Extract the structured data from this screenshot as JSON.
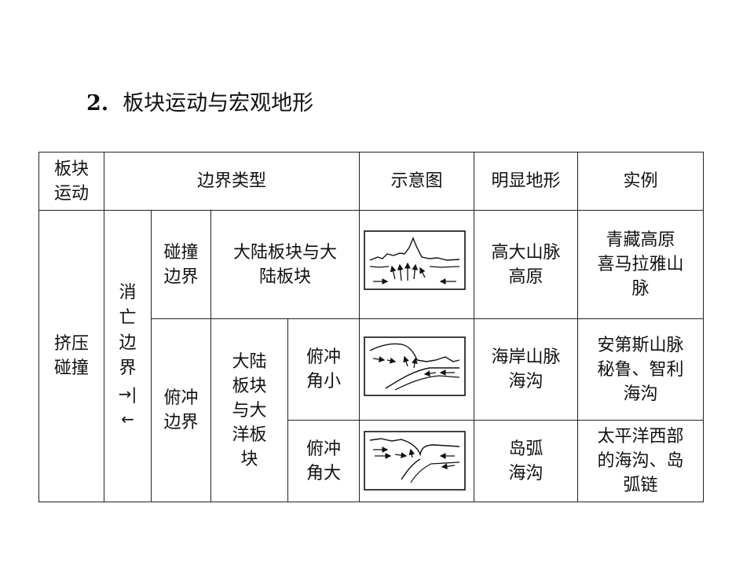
{
  "title": {
    "number": "2.",
    "text": "板块运动与宏观地形"
  },
  "table": {
    "headers": {
      "plate_motion": [
        "板块",
        "运动"
      ],
      "boundary_type": "边界类型",
      "diagram": "示意图",
      "landform": "明显地形",
      "example": "实例"
    },
    "plate_motion": [
      "挤压",
      "碰撞"
    ],
    "boundary": {
      "chars": [
        "消",
        "亡",
        "边",
        "界"
      ],
      "arrows": [
        "→|",
        "←"
      ]
    },
    "collision": {
      "label": [
        "碰撞",
        "边界"
      ],
      "plates": [
        "大陆板块与大",
        "陆板块"
      ],
      "landform": [
        "高大山脉",
        "高原"
      ],
      "example": [
        "青藏高原",
        "喜马拉雅山",
        "脉"
      ]
    },
    "subduction": {
      "label": [
        "俯冲",
        "边界"
      ],
      "plates": [
        "大陆",
        "板块",
        "与大",
        "洋板",
        "块"
      ],
      "small": {
        "angle": [
          "俯冲",
          "角小"
        ],
        "landform": [
          "海岸山脉",
          "海沟"
        ],
        "example": [
          "安第斯山脉",
          "秘鲁、智利",
          "海沟"
        ]
      },
      "large": {
        "angle": [
          "俯冲",
          "角大"
        ],
        "landform": [
          "岛弧",
          "海沟"
        ],
        "example": [
          "太平洋西部",
          "的海沟、岛",
          "弧链"
        ]
      }
    }
  }
}
